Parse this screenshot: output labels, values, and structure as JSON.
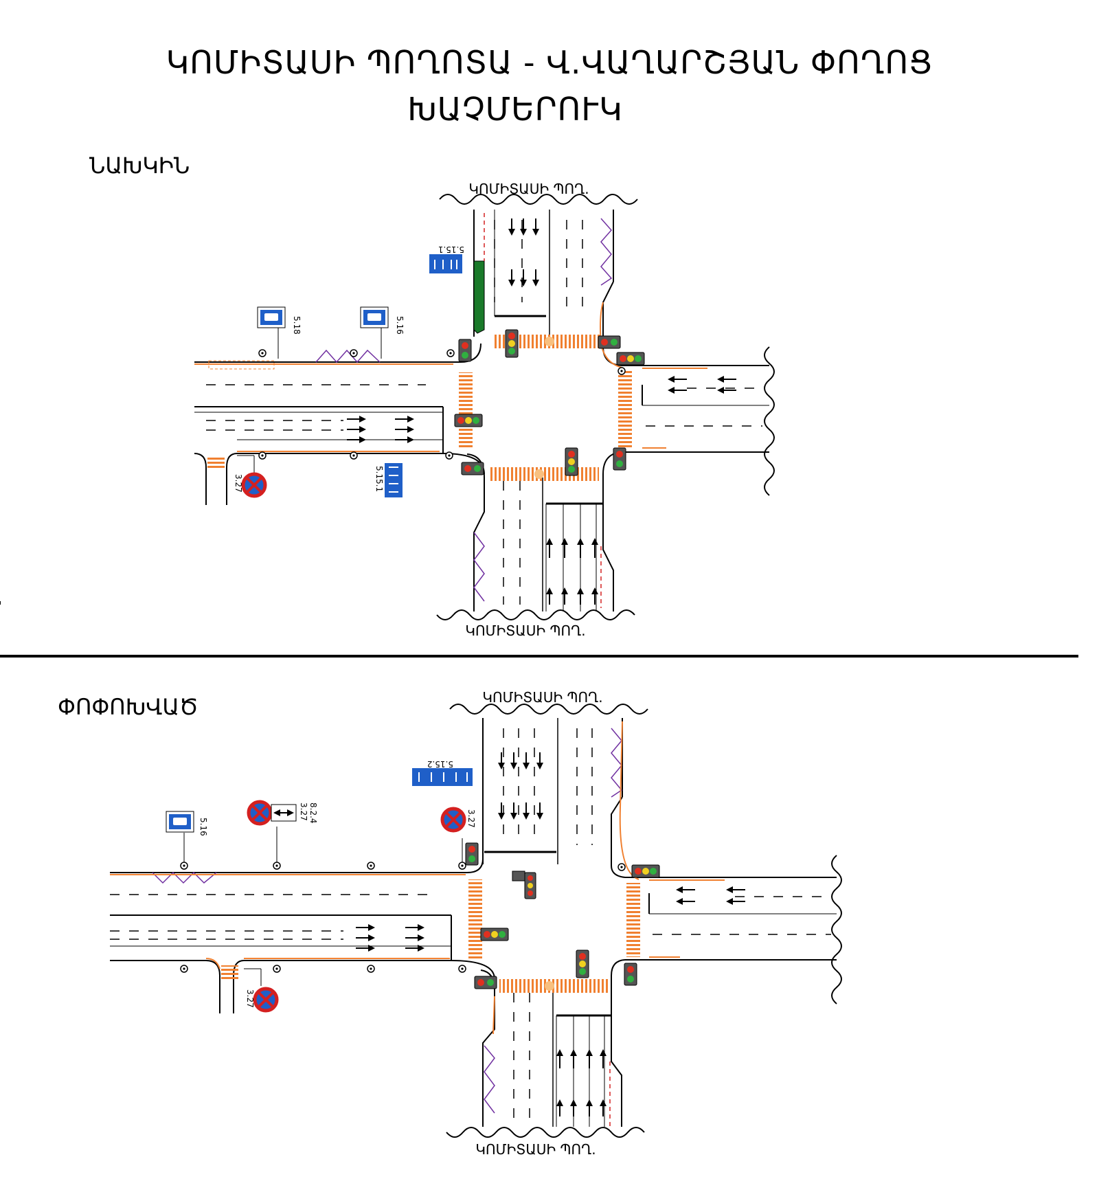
{
  "header": {
    "title_line1": "ԿՈՄԻՏԱՍԻ ՊՈՂՈՏԱ - Վ.ՎԱՂԱՐՇՅԱՆ ՓՈՂՈՑ",
    "title_line2": "ԽԱՉՄԵՐՈՒԿ"
  },
  "before": {
    "label": "ՆԱԽԿԻՆ",
    "street_top": "ԿՈՄԻՏԱՍԻ ՊՈՂ.",
    "street_bottom": "ԿՈՄԻՏԱՍԻ ՊՈՂ.",
    "signs": {
      "bus_stop_a": "5.18",
      "bus_stop_b": "5.16",
      "lanes_top": "5.15.1",
      "lanes_west": "5.15.1",
      "no_stopping": "3.27"
    }
  },
  "after": {
    "label": "ՓՈՓՈԽՎԱԾ",
    "street_top": "ԿՈՄԻՏԱՍԻ ՊՈՂ.",
    "street_bottom": "ԿՈՄԻՏԱՍԻ ՊՈՂ.",
    "signs": {
      "bus_stop": "5.16",
      "no_stopping_a": "3.27",
      "plate_a": "8.2.4",
      "no_stopping_b": "3.27",
      "lanes_top": "5.15.2",
      "no_stopping_c": "3.27"
    }
  },
  "colors": {
    "curb": "#000000",
    "orange": "#f08030",
    "purple": "#7030a0",
    "sign_blue": "#1f5fc8",
    "island_green": "#1a7a2a",
    "no_stop_red": "#d42020"
  }
}
